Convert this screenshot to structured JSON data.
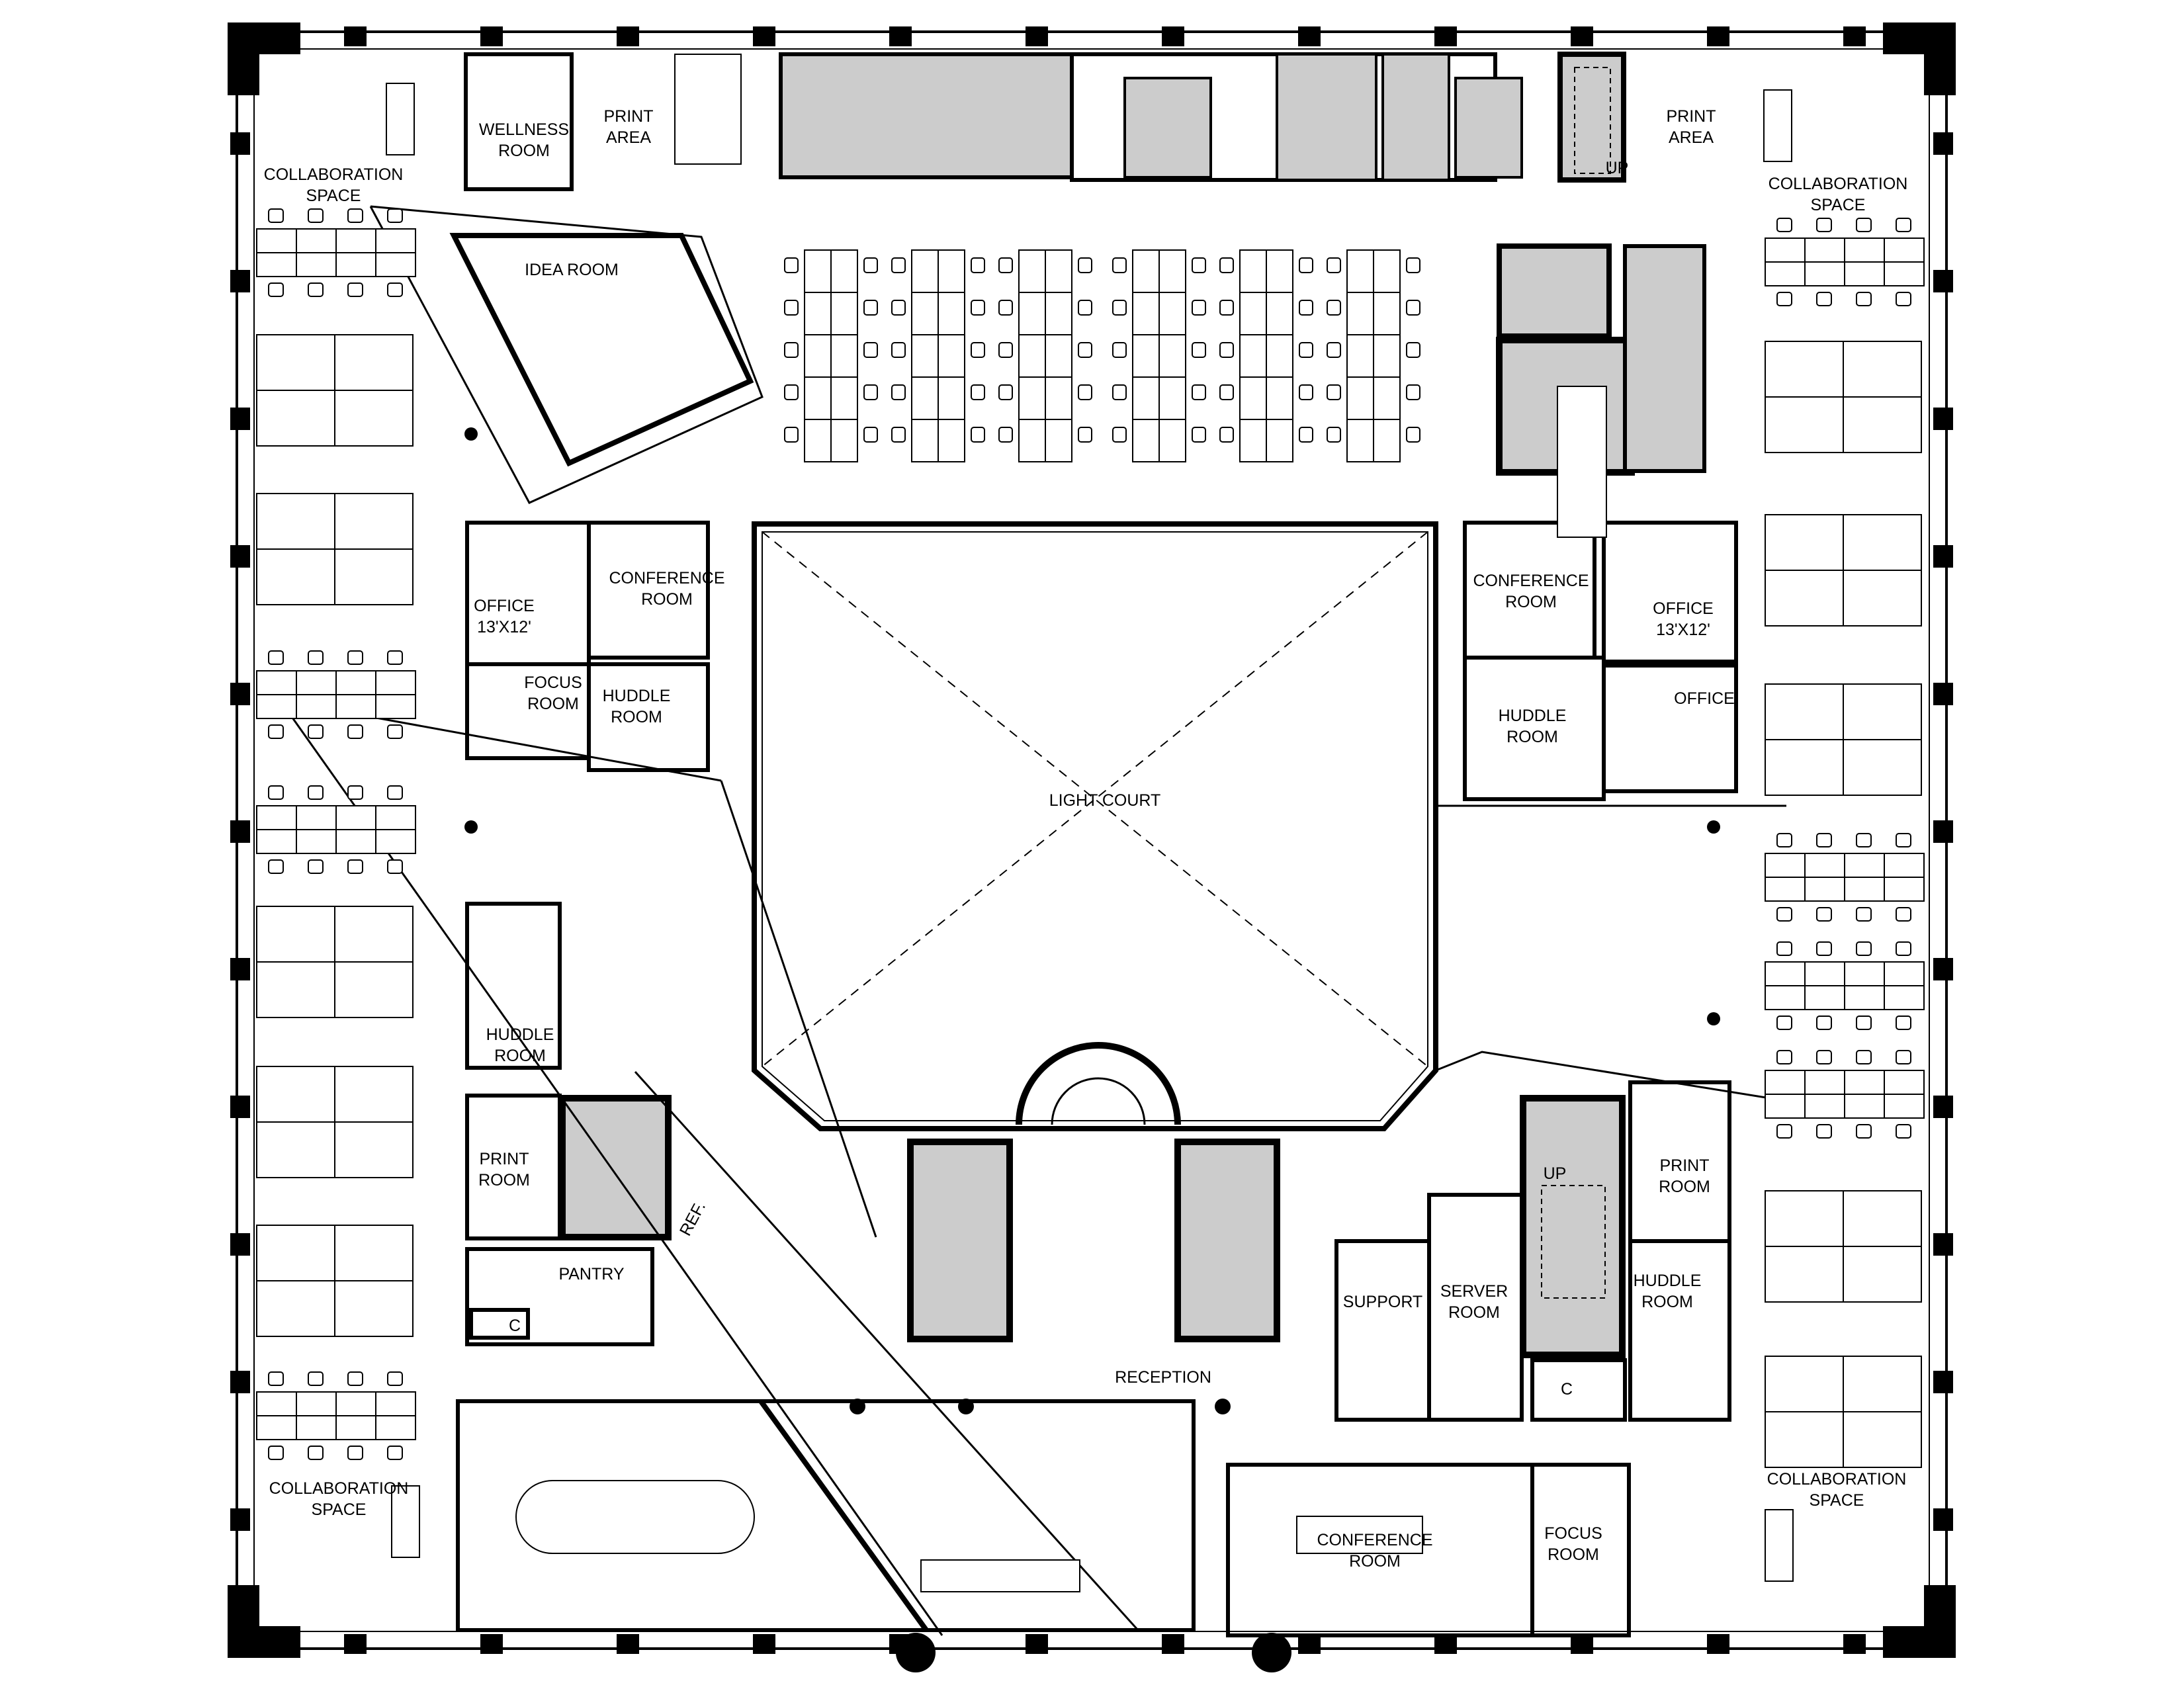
{
  "labels": {
    "collab_top_left_1": "COLLABORATION",
    "collab_top_left_2": "SPACE",
    "wellness_1": "WELLNESS",
    "wellness_2": "ROOM",
    "print_area_left_1": "PRINT",
    "print_area_left_2": "AREA",
    "print_area_right_1": "PRINT",
    "print_area_right_2": "AREA",
    "collab_top_right_1": "COLLABORATION",
    "collab_top_right_2": "SPACE",
    "idea_room": "IDEA ROOM",
    "up_top": "UP",
    "office_left_1": "OFFICE",
    "office_left_2": "13'X12'",
    "conference_left_1": "CONFERENCE",
    "conference_left_2": "ROOM",
    "focus_left_1": "FOCUS",
    "focus_left_2": "ROOM",
    "huddle_left_1": "HUDDLE",
    "huddle_left_2": "ROOM",
    "light_court": "LIGHT COURT",
    "conference_right_1": "CONFERENCE",
    "conference_right_2": "ROOM",
    "office_right_1": "OFFICE",
    "office_right_2": "13'X12'",
    "huddle_right_1": "HUDDLE",
    "huddle_right_2": "ROOM",
    "office_right_small": "OFFICE",
    "huddle_mid_left_1": "HUDDLE",
    "huddle_mid_left_2": "ROOM",
    "print_room_left_1": "PRINT",
    "print_room_left_2": "ROOM",
    "pantry": "PANTRY",
    "ref": "REF.",
    "c_left": "C",
    "up_bottom": "UP",
    "print_room_right_1": "PRINT",
    "print_room_right_2": "ROOM",
    "support": "SUPPORT",
    "server_1": "SERVER",
    "server_2": "ROOM",
    "huddle_bottom_right_1": "HUDDLE",
    "huddle_bottom_right_2": "ROOM",
    "c_right": "C",
    "reception": "RECEPTION",
    "collab_bottom_left_1": "COLLABORATION",
    "collab_bottom_left_2": "SPACE",
    "conference_bottom_1": "CONFERENCE",
    "conference_bottom_2": "ROOM",
    "focus_bottom_1": "FOCUS",
    "focus_bottom_2": "ROOM",
    "collab_bottom_right_1": "COLLABORATION",
    "collab_bottom_right_2": "SPACE"
  },
  "colors": {
    "wall": "#000000",
    "core_fill": "#cccccc",
    "furniture": "#ffffff",
    "background": "#ffffff"
  }
}
